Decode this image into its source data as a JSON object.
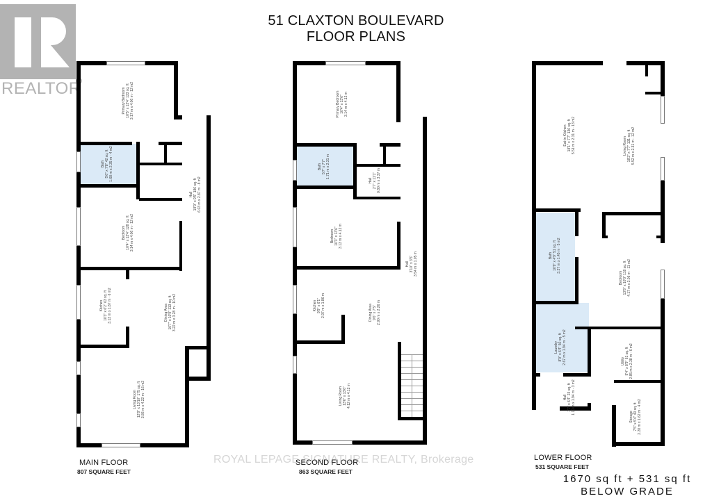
{
  "header": {
    "title_line1": "51 CLAXTON BOULEVARD",
    "title_line2": "FLOOR PLANS"
  },
  "logo": {
    "icon": "realtor-r-logo-icon",
    "text": "REALTOR",
    "registered_mark": "®"
  },
  "watermark": "ROYAL LEPAGE SIGNATURE REALTY, Brokerage",
  "floors": [
    {
      "name": "MAIN FLOOR",
      "sqft": "807 SQUARE FEET",
      "rooms": [
        {
          "name": "Primary Bedroom",
          "dims": "10'5\" x 13'4\" 133 sq. ft",
          "metric": "3.17 m x 4.06 m · 12 m2"
        },
        {
          "name": "Bath",
          "dims": "5'6\" x 7'8\" 42 sq. ft",
          "metric": "1.68 m x 2.35 m · 4 m2"
        },
        {
          "name": "Hall",
          "dims": "19'9\" x 9'5\" 186 sq. ft",
          "metric": "6.03 m x 2.87 m · 8 m2"
        },
        {
          "name": "Bedroom",
          "dims": "10'4\" x 13'4\" 128 sq. ft",
          "metric": "3.14 m x 4.06 m · 12 m2"
        },
        {
          "name": "Kitchen",
          "dims": "10'3\" x 6'2\" 63 sq. ft",
          "metric": "3.13 m x 1.87 m · 6 m2"
        },
        {
          "name": "Dining Area",
          "dims": "10'7\" x 10'9\" 113 sq. ft",
          "metric": "3.22 m x 3.28 m · 10 m2"
        },
        {
          "name": "Living Room",
          "dims": "12'8\" x 13'10\" 175 sq. ft",
          "metric": "3.86 m x 4.22 m · 16 m2"
        }
      ]
    },
    {
      "name": "SECOND FLOOR",
      "sqft": "863 SQUARE FEET",
      "rooms": [
        {
          "name": "Primary Bedroom",
          "dims": "10'4\" x 13'6\"",
          "metric": "3.14 m x 4.12 m"
        },
        {
          "name": "Bath",
          "dims": "5'7\" x 7'7\"",
          "metric": "1.71 m x 2.31 m"
        },
        {
          "name": "Hall",
          "dims": "2'7\" x 11'1\"",
          "metric": "0.80 m x 3.37 m"
        },
        {
          "name": "Bedroom",
          "dims": "10'3\" x 13'6\"",
          "metric": "3.13 m x 4.12 m"
        },
        {
          "name": "Hall",
          "dims": "3'10\" x 3'5\"",
          "metric": "3.54 m x 1.05 m"
        },
        {
          "name": "Kitchen",
          "dims": "9'9\" x 6'1\"",
          "metric": "2.97 m x 1.86 m"
        },
        {
          "name": "Dining Area",
          "dims": "9'6\" x 7'5\"",
          "metric": "2.90 m x 2.26 m"
        },
        {
          "name": "Living Room",
          "dims": "13'6\" x 13'6\"",
          "metric": "4.12 m x 4.12 m"
        }
      ]
    },
    {
      "name": "LOWER FLOOR",
      "sqft": "531 SQUARE FEET",
      "rooms": [
        {
          "name": "Eat-in Kitchen",
          "dims": "18'1\" x 7'7\" 136 sq. ft",
          "metric": "5.51 m x 2.31 m · 13 m2"
        },
        {
          "name": "Living Room",
          "dims": "18'2\" x 7'7\" 131 sq. ft",
          "metric": "5.52 m x 2.31 m · 12 m2"
        },
        {
          "name": "Bath",
          "dims": "10'9\" x 4'9\" 51 sq. ft",
          "metric": "3.27 m x 1.45 m · 5 m2"
        },
        {
          "name": "Bedroom",
          "dims": "13'8\" x 10'0\" 118 sq. ft",
          "metric": "4.17 m x 3.06 m · 11 m2"
        },
        {
          "name": "Laundry",
          "dims": "8'9\" x 6'4\" 50 sq. ft",
          "metric": "2.67 m x 1.94 m · 5 m2"
        },
        {
          "name": "Utility",
          "dims": "9'4\" x 8'9\" 61 sq. ft",
          "metric": "2.85 m x 2.38 m · 6 m2"
        },
        {
          "name": "Hall",
          "dims": "3'7\" x 6'4\" 23 sq. ft",
          "metric": "1.10 m x 1.94 m · 3 m2"
        },
        {
          "name": "Storage",
          "dims": "7'5\" x 5'4\" 40 sq. ft",
          "metric": "2.28 m x 1.62 m · 4 m2"
        }
      ]
    }
  ],
  "totals": {
    "line1": "1670 sq ft + 531 sq ft",
    "line2": "BELOW GRADE"
  }
}
